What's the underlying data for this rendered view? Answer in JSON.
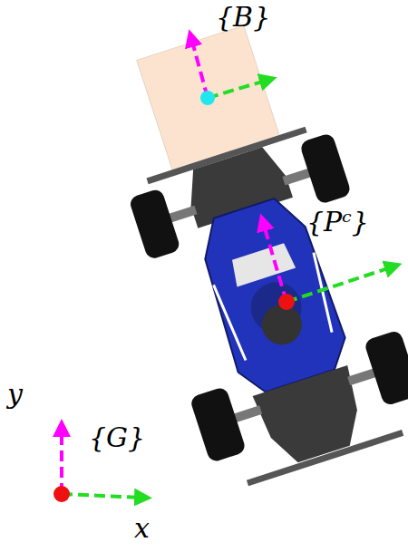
{
  "diagram": {
    "labels": [
      "{B}",
      "{Pᶜ}",
      "{G}",
      "y",
      "x"
    ]
  }
}
